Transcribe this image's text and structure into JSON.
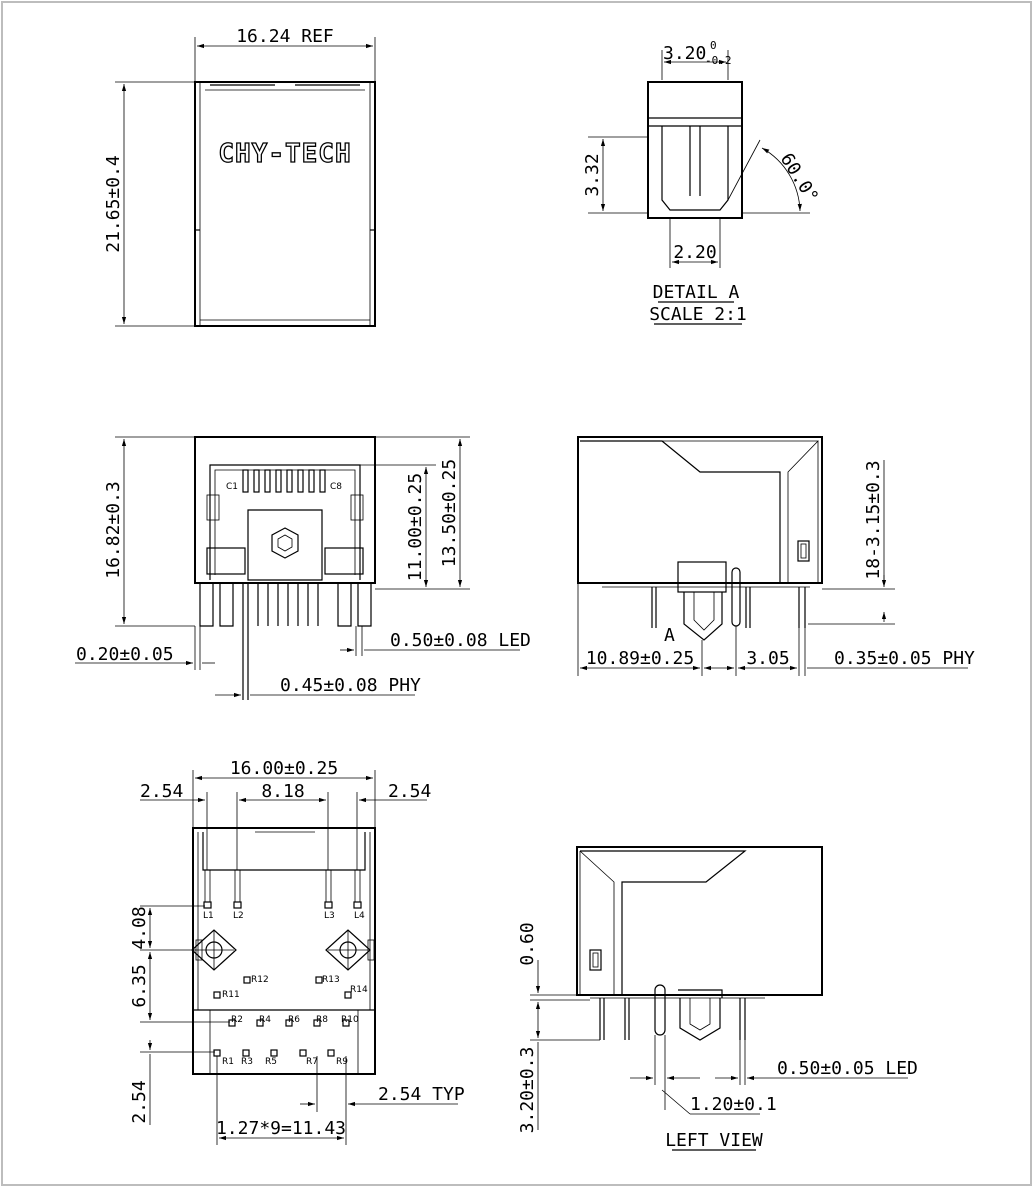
{
  "brand": "CHY-TECH",
  "top_view": {
    "width_dim": "16.24 REF",
    "height_dim": "21.65±0.4"
  },
  "detail_a": {
    "width_dim": "3.20",
    "tol_upper": "0",
    "tol_lower": "-0.2",
    "height_dim": "3.32",
    "angle_dim": "60.0°",
    "bottom_dim": "2.20",
    "title": "DETAIL A",
    "scale": "SCALE 2:1"
  },
  "front_view": {
    "height_dim": "16.82±0.3",
    "inner_dim_1": "11.00±0.25",
    "inner_dim_2": "13.50±0.25",
    "label_c1": "C1",
    "label_c8": "C8",
    "offset_dim": "0.20±0.05",
    "led_pin_dim": "0.50±0.08 LED",
    "phy_pin_dim": "0.45±0.08 PHY"
  },
  "side_view": {
    "detail_marker": "A",
    "right_dim": "18-3.15±0.3",
    "dim_1": "10.89±0.25",
    "dim_2": "3.05",
    "dim_3": "0.35±0.05 PHY"
  },
  "bottom_view": {
    "width_dim": "16.00±0.25",
    "left_dim": "2.54",
    "mid_dim": "8.18",
    "right_dim": "2.54",
    "v_dim_1": "4.08",
    "v_dim_2": "6.35",
    "v_dim_3": "2.54",
    "typ_dim": "2.54 TYP",
    "pitch_dim": "1.27*9=11.43",
    "pin_labels": {
      "l1": "L1",
      "l2": "L2",
      "l3": "L3",
      "l4": "L4",
      "r1": "R1",
      "r2": "R2",
      "r3": "R3",
      "r4": "R4",
      "r5": "R5",
      "r6": "R6",
      "r7": "R7",
      "r8": "R8",
      "r9": "R9",
      "r10": "R10",
      "r11": "R11",
      "r12": "R12",
      "r13": "R13",
      "r14": "R14"
    }
  },
  "left_view": {
    "v_dim_1": "0.60",
    "v_dim_2": "3.20±0.3",
    "led_dim": "0.50±0.05 LED",
    "width_dim": "1.20±0.1",
    "title": "LEFT VIEW"
  }
}
